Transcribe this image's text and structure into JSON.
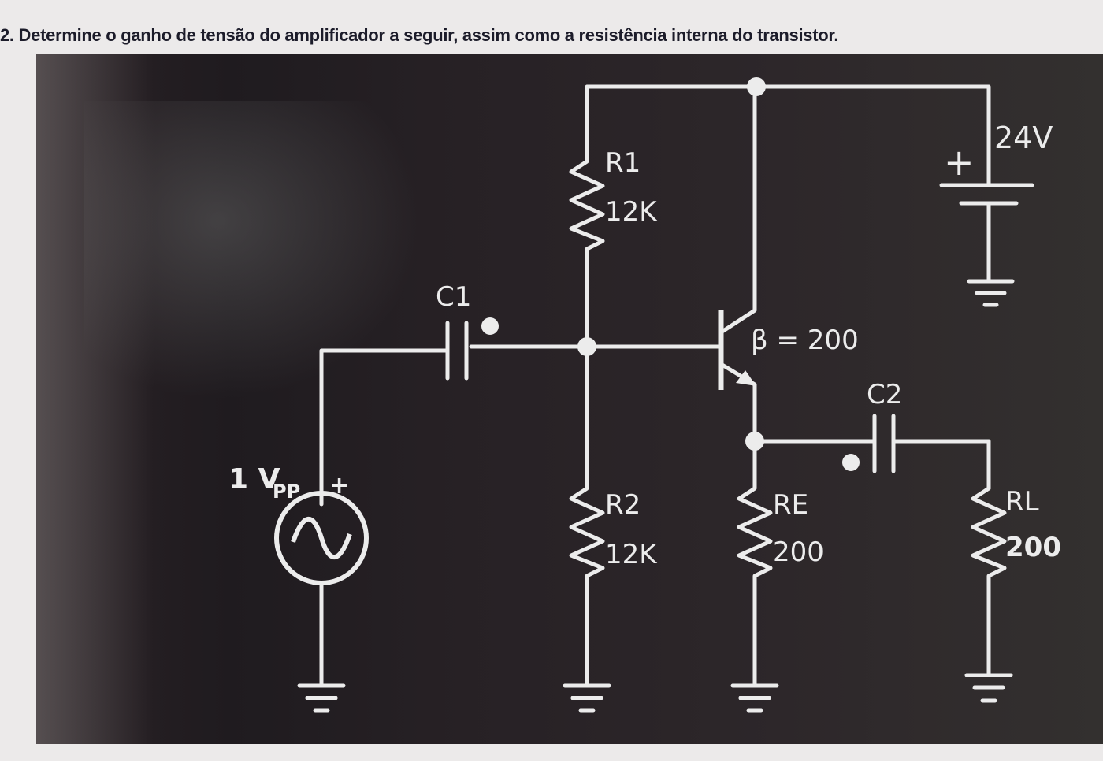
{
  "question": "2. Determine o ganho de tensão do amplificador a seguir, assim como a resistência interna do transistor.",
  "labels": {
    "r1_name": "R1",
    "r1_value": "12K",
    "r2_name": "R2",
    "r2_value": "12K",
    "re_name": "RE",
    "re_value": "200",
    "rl_name": "RL",
    "rl_value": "200",
    "c1_name": "C1",
    "c2_name": "C2",
    "beta": "β = 200",
    "supply": "24V",
    "supply_plus": "+",
    "source_amp": "1 V",
    "source_sub": "PP",
    "source_plus": "+"
  },
  "colors": {
    "wire": "#ececec",
    "background": "#2a2326"
  }
}
